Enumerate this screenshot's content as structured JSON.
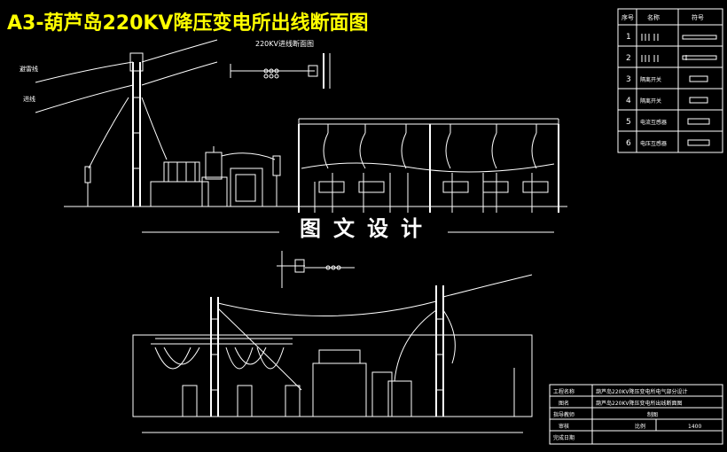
{
  "title": "A3-葫芦岛220KV降压变电所出线断面图",
  "subtitle": "220KV进线断面图",
  "watermark": "图文设计",
  "left_labels": [
    "避雷线",
    "进线"
  ],
  "legend": {
    "headers": [
      "序号",
      "名称",
      "符号"
    ],
    "rows": [
      {
        "no": "1",
        "name": "",
        "symbol": "bar"
      },
      {
        "no": "2",
        "name": "",
        "symbol": "bar"
      },
      {
        "no": "3",
        "name": "隔离开关",
        "symbol": "box"
      },
      {
        "no": "4",
        "name": "隔离开关",
        "symbol": "box"
      },
      {
        "no": "5",
        "name": "电流互感器",
        "symbol": "box"
      },
      {
        "no": "6",
        "name": "电压互感器",
        "symbol": "box"
      }
    ]
  },
  "title_block": {
    "rows": [
      {
        "label": "工程名称",
        "value": "葫芦岛220KV降压变电所电气部分设计"
      },
      {
        "label": "图名",
        "value": "葫芦岛220KV降压变电所出线断面图"
      },
      {
        "label": "指导教师",
        "value": "制图"
      },
      {
        "label": "审核",
        "value": "比例",
        "extra": "1400"
      },
      {
        "label": "完成日期",
        "value": ""
      }
    ]
  },
  "colors": {
    "background": "#000000",
    "title": "#ffff00",
    "lines": "#ffffff",
    "accent": "#4a6cff"
  }
}
